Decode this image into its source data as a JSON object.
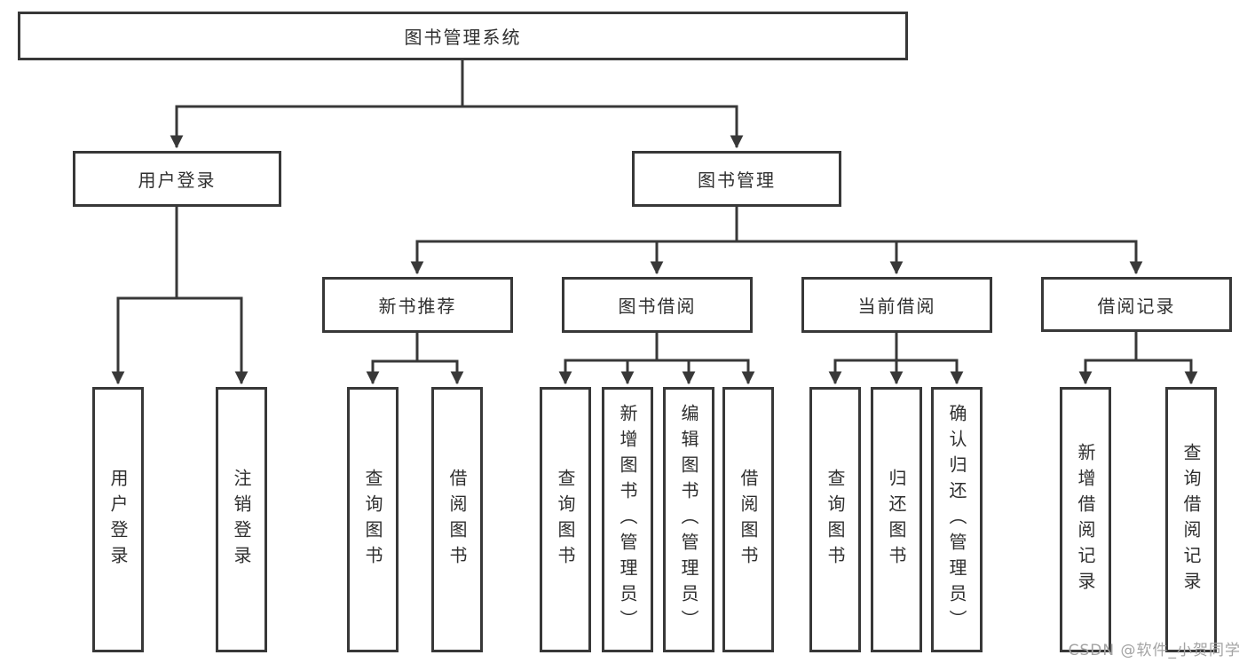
{
  "tree": {
    "label": "图书管理系统",
    "children": [
      {
        "label": "用户登录",
        "children": [
          {
            "label": "用户登录"
          },
          {
            "label": "注销登录"
          }
        ]
      },
      {
        "label": "图书管理",
        "children": [
          {
            "label": "新书推荐",
            "children": [
              {
                "label": "查询图书"
              },
              {
                "label": "借阅图书"
              }
            ]
          },
          {
            "label": "图书借阅",
            "children": [
              {
                "label": "查询图书"
              },
              {
                "label": "新增图书（管理员）"
              },
              {
                "label": "编辑图书（管理员）"
              },
              {
                "label": "借阅图书"
              }
            ]
          },
          {
            "label": "当前借阅",
            "children": [
              {
                "label": "查询图书"
              },
              {
                "label": "归还图书"
              },
              {
                "label": "确认归还（管理员）"
              }
            ]
          },
          {
            "label": "借阅记录",
            "children": [
              {
                "label": "新增借阅记录"
              },
              {
                "label": "查询借阅记录"
              }
            ]
          }
        ]
      }
    ]
  },
  "watermark": {
    "text": "CSDN @软件_小贺同学"
  },
  "colors": {
    "line": "#383838",
    "box_border": "#383838",
    "text": "#2f2f2f",
    "watermark": "#a3a3a3",
    "background": "#ffffff"
  }
}
